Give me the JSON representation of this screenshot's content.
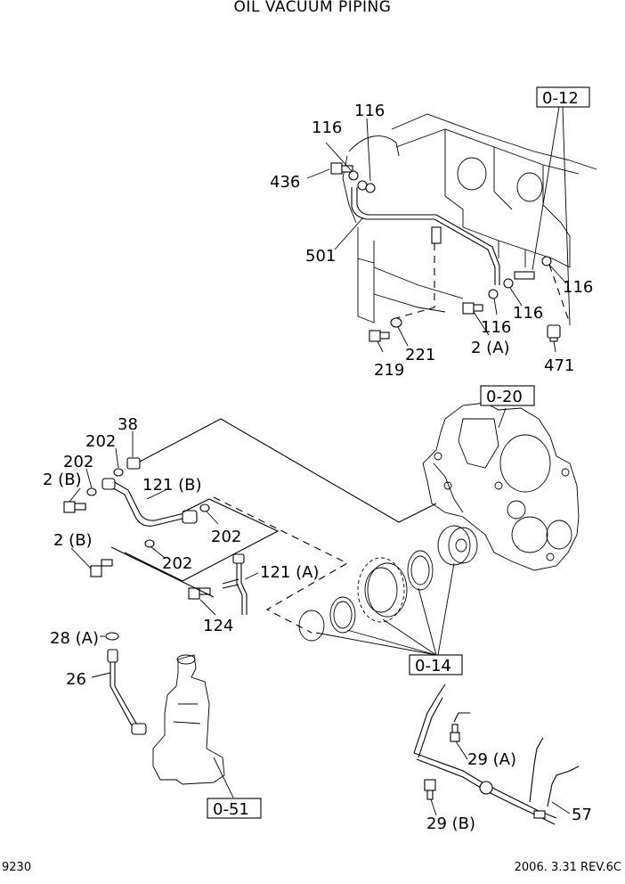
{
  "title": "OIL VACUUM PIPING",
  "footer": {
    "page_code": "9230",
    "revision": "2006. 3.31 REV.6C"
  },
  "callouts": {
    "top_116_a": "116",
    "top_116_b": "116",
    "top_436": "436",
    "top_501": "501",
    "top_219": "219",
    "top_221": "221",
    "top_116_c": "116",
    "top_2a": "2 (A)",
    "top_116_d": "116",
    "top_116_e": "116",
    "top_471": "471",
    "ref_012": "0-12",
    "ref_020": "0-20",
    "mid_38": "38",
    "mid_202_a": "202",
    "mid_202_b": "202",
    "mid_2b_a": "2 (B)",
    "mid_121b": "121 (B)",
    "mid_202_c": "202",
    "mid_2b_b": "2 (B)",
    "mid_202_d": "202",
    "mid_121a": "121 (A)",
    "mid_124": "124",
    "ref_014": "0-14",
    "bot_28a": "28 (A)",
    "bot_26": "26",
    "ref_051": "0-51",
    "bot_29a": "29 (A)",
    "bot_29b": "29 (B)",
    "bot_57": "57"
  }
}
